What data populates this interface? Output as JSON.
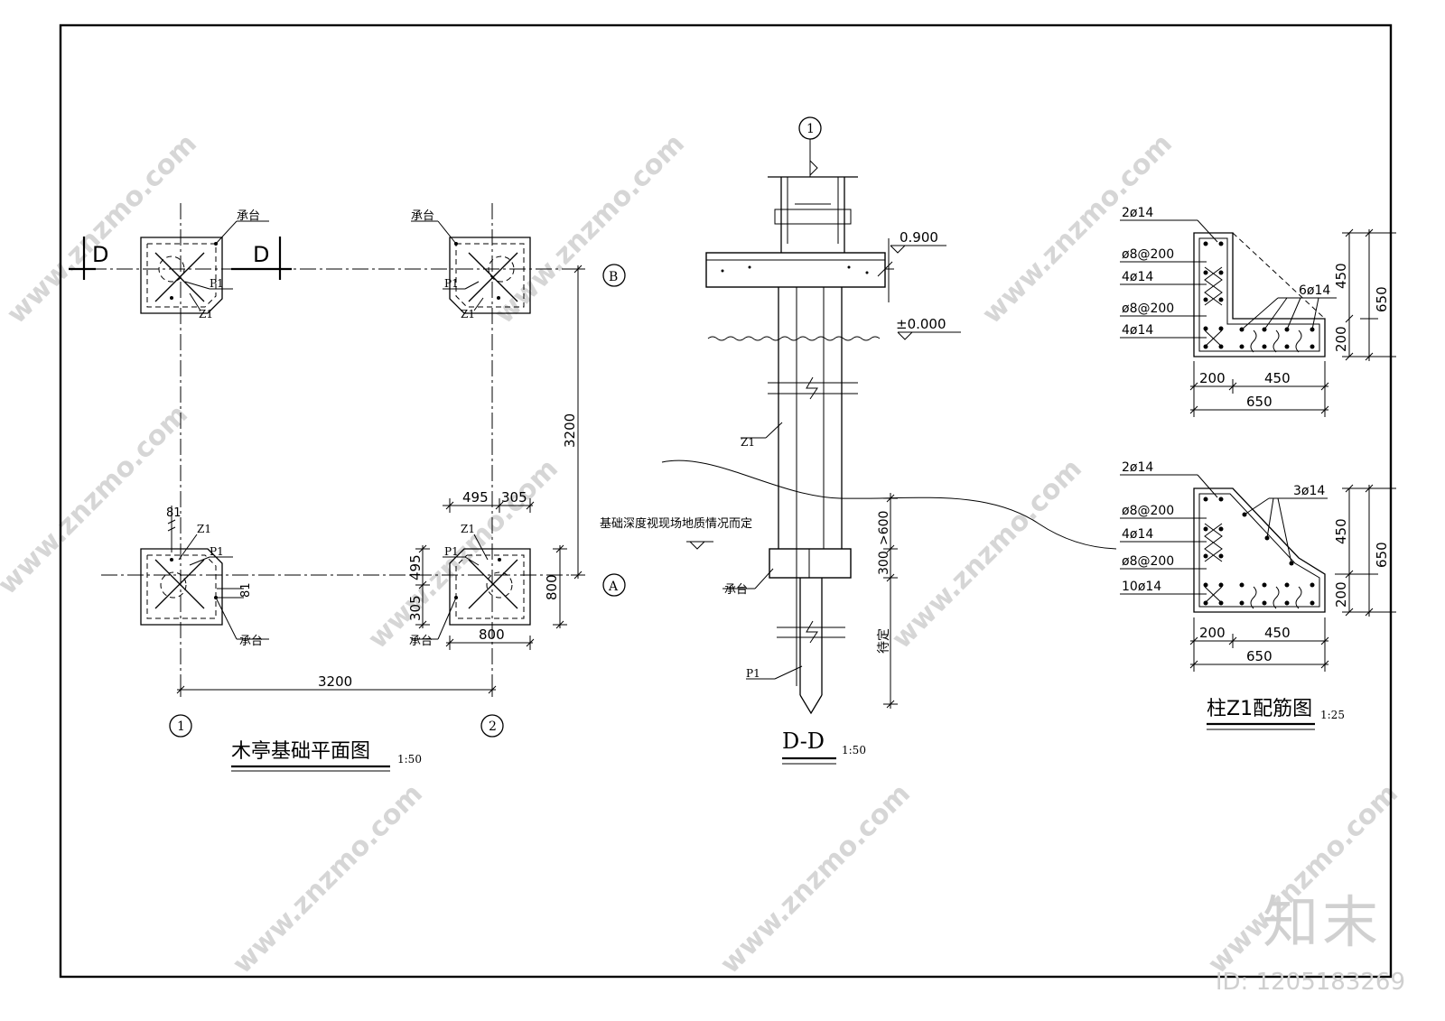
{
  "plan": {
    "title": "木亭基础平面图",
    "scale": "1:50",
    "cap_label": "承台",
    "pile_label": "P1",
    "column_label": "Z1",
    "section_mark": "D",
    "axis_a": "A",
    "axis_b": "B",
    "axis_1": "1",
    "axis_2": "2",
    "dim_3200_h": "3200",
    "dim_3200_v": "3200",
    "dim_495_h": "495",
    "dim_305_h": "305",
    "dim_495_v": "495",
    "dim_305_v": "305",
    "dim_800_h": "800",
    "dim_800_v": "800",
    "dim_81_a": "81",
    "dim_81_b": "81"
  },
  "section": {
    "title": "D-D",
    "scale": "1:50",
    "axis_1": "1",
    "elev_top": "0.900",
    "elev_zero": "±0.000",
    "column_label": "Z1",
    "cap_label": "承台",
    "pile_label": "P1",
    "note": "基础深度视现场地质情况而定",
    "dim_600": ">600",
    "dim_300": "300",
    "dim_tbd": "待定"
  },
  "rebar": {
    "title": "柱Z1配筋图",
    "scale": "1:25",
    "top": {
      "labels": [
        "2ø14",
        "ø8@200",
        "4ø14",
        "ø8@200",
        "4ø14"
      ],
      "right_label": "6ø14",
      "dim_450": "450",
      "dim_200_v": "200",
      "dim_650_v": "650",
      "dim_200_h": "200",
      "dim_450_h": "450",
      "dim_650_h": "650"
    },
    "bottom": {
      "labels": [
        "2ø14",
        "ø8@200",
        "4ø14",
        "ø8@200",
        "10ø14"
      ],
      "right_label": "3ø14",
      "dim_450": "450",
      "dim_200_v": "200",
      "dim_650_v": "650",
      "dim_200_h": "200",
      "dim_450_h": "450",
      "dim_650_h": "650"
    }
  },
  "watermark": {
    "url": "www.znzmo.com",
    "brand": "知末",
    "id": "ID: 1205183269",
    "color": "#d0d0d0"
  }
}
